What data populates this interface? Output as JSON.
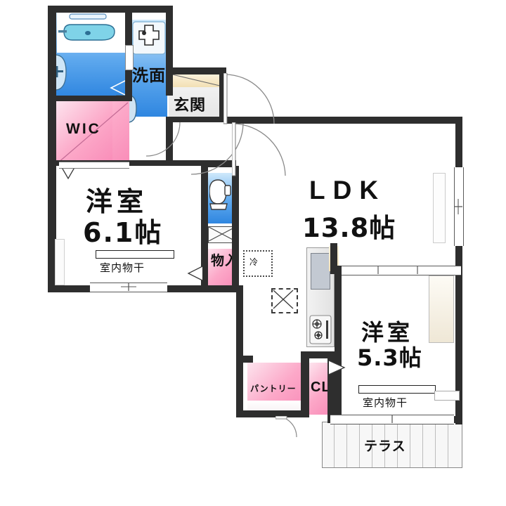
{
  "plan": {
    "type": "japanese-floor-plan",
    "layout_code": "2LDK",
    "rooms": [
      {
        "id": "bath",
        "label": "",
        "label_en": "bathroom",
        "kind": "wet"
      },
      {
        "id": "washroom",
        "label": "洗面",
        "label_en": "washroom-vanity",
        "kind": "wet"
      },
      {
        "id": "wic",
        "label": "WIC",
        "label_en": "walk-in-closet",
        "kind": "storage"
      },
      {
        "id": "genkan",
        "label": "玄関",
        "label_en": "entrance",
        "kind": "entry"
      },
      {
        "id": "toilet",
        "label": "",
        "label_en": "toilet",
        "kind": "wet"
      },
      {
        "id": "storage",
        "label": "物入",
        "label_en": "storage-closet",
        "kind": "storage"
      },
      {
        "id": "bedroom1",
        "label": "洋室",
        "size": "6.1帖",
        "label_en": "western-room",
        "kind": "living"
      },
      {
        "id": "ldk",
        "label": "LDK",
        "size": "13.8帖",
        "label_en": "living-dining-kitchen",
        "kind": "living"
      },
      {
        "id": "bedroom2",
        "label": "洋室",
        "size": "5.3帖",
        "label_en": "western-room",
        "kind": "living"
      },
      {
        "id": "pantry",
        "label": "パントリー",
        "label_en": "pantry",
        "kind": "storage"
      },
      {
        "id": "cl",
        "label": "CL",
        "label_en": "closet",
        "kind": "storage"
      },
      {
        "id": "terrace",
        "label": "テラス",
        "label_en": "terrace",
        "kind": "outdoor"
      }
    ],
    "annotations": {
      "laundry_bar_1": "室内物干",
      "laundry_bar_2": "室内物干",
      "fridge": "冷"
    },
    "colors": {
      "wall": "#2e2e2e",
      "storage_pink": "#fca8c8",
      "wet_blue": "#3f92e6",
      "entry_grey": "#e9e9e9",
      "entry_tile": "#f2e0b4",
      "terrace": "#f7f7f7",
      "text": "#111111"
    }
  }
}
